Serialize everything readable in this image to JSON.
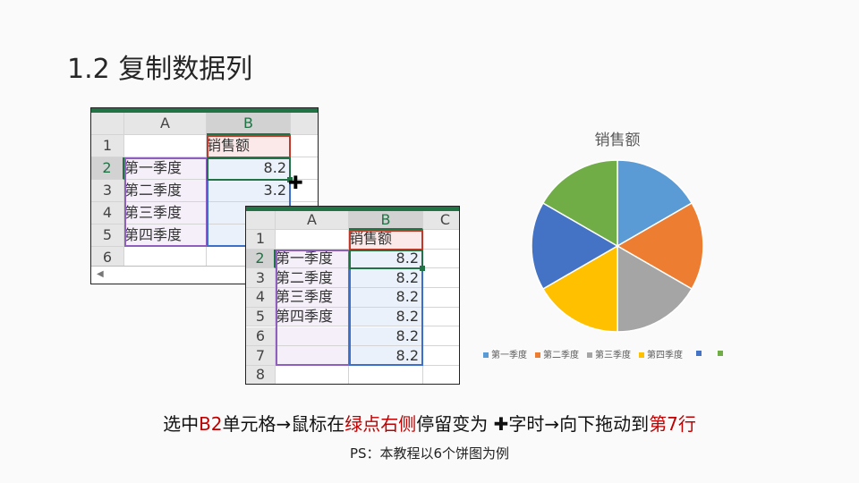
{
  "title": "1.2 复制数据列",
  "sheet_before": {
    "columns": [
      "A",
      "B",
      ""
    ],
    "rows": [
      [
        "",
        "销售额"
      ],
      [
        "第一季度",
        "8.2"
      ],
      [
        "第二季度",
        "3.2"
      ],
      [
        "第三季度",
        ""
      ],
      [
        "第四季度",
        ""
      ],
      [
        "",
        ""
      ]
    ],
    "row_numbers": [
      "1",
      "2",
      "3",
      "4",
      "5",
      "6"
    ]
  },
  "sheet_after": {
    "columns": [
      "A",
      "B",
      "C"
    ],
    "rows": [
      [
        "",
        "销售额"
      ],
      [
        "第一季度",
        "8.2"
      ],
      [
        "第二季度",
        "8.2"
      ],
      [
        "第三季度",
        "8.2"
      ],
      [
        "第四季度",
        "8.2"
      ],
      [
        "",
        "8.2"
      ],
      [
        "",
        "8.2"
      ],
      [
        "",
        ""
      ]
    ],
    "row_numbers": [
      "1",
      "2",
      "3",
      "4",
      "5",
      "6",
      "7",
      "8"
    ]
  },
  "cursor_icon": "✚",
  "chart_data": {
    "type": "pie",
    "title": "销售额",
    "categories": [
      "第一季度",
      "第二季度",
      "第三季度",
      "第四季度",
      "",
      ""
    ],
    "values": [
      8.2,
      8.2,
      8.2,
      8.2,
      8.2,
      8.2
    ],
    "colors": [
      "#5B9BD5",
      "#ED7D31",
      "#A5A5A5",
      "#FFC000",
      "#4472C4",
      "#70AD47"
    ],
    "legend": "bottom"
  },
  "caption": {
    "p1": "选中",
    "p2": "B2",
    "p3": "单元格→鼠标在",
    "p4": "绿点右侧",
    "p5": "停留变为 ",
    "p6": "✚",
    "p7": "字时→向下拖动到",
    "p8": "第7行"
  },
  "ps": "PS：本教程以6个饼图为例"
}
